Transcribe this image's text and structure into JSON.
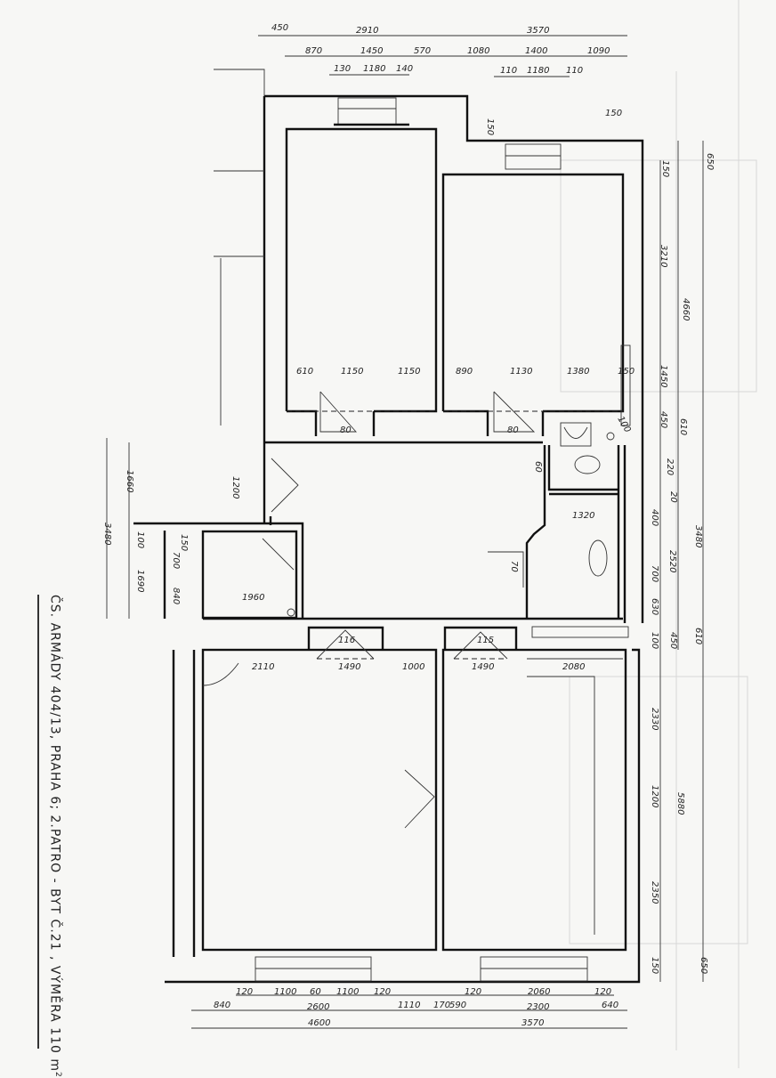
{
  "title": {
    "address": "ČS. ARMÁDY 404/13, PRAHA 6; 2.PATRO - BYT Č.21 , VÝMĚRA 110 m",
    "sup": "2"
  },
  "colors": {
    "ink": "#111111",
    "paper": "#f7f7f5",
    "faint": "#d7d7d7"
  },
  "dimensions": {
    "top": {
      "row1": [
        "450",
        "2910",
        "3570"
      ],
      "row2": [
        "870",
        "1450",
        "570",
        "1080",
        "1400",
        "1090"
      ],
      "row3": [
        "130",
        "1180",
        "140",
        "110",
        "1180",
        "110"
      ],
      "misc": [
        "150",
        "150"
      ]
    },
    "right": {
      "outer": [
        "650",
        "4660",
        "3480",
        "5880",
        "650"
      ],
      "inner": [
        "150",
        "3210",
        "1450",
        "450",
        "610",
        "220",
        "20",
        "400",
        "2520",
        "700",
        "630",
        "100",
        "450",
        "610",
        "2330",
        "1200",
        "2350",
        "150"
      ]
    },
    "bottom": {
      "row1": [
        "120",
        "1100",
        "60",
        "1100",
        "120",
        "120",
        "2060",
        "120"
      ],
      "row2": [
        "840",
        "2600",
        "1110",
        "170",
        "590",
        "2300",
        "640"
      ],
      "row3": [
        "4600",
        "3570"
      ]
    },
    "interior": {
      "upper_rooms": [
        "610",
        "1150",
        "1150",
        "890",
        "1130",
        "1380",
        "150"
      ],
      "doors": [
        "80",
        "80",
        "60",
        "70",
        "116",
        "115"
      ],
      "bathroom": "1320",
      "lower_rooms": [
        "2110",
        "1490",
        "1000",
        "1490",
        "2080"
      ],
      "left": [
        "1660",
        "3480",
        "100",
        "1690",
        "1200",
        "150",
        "700",
        "840",
        "1960"
      ],
      "wc": "100"
    }
  }
}
